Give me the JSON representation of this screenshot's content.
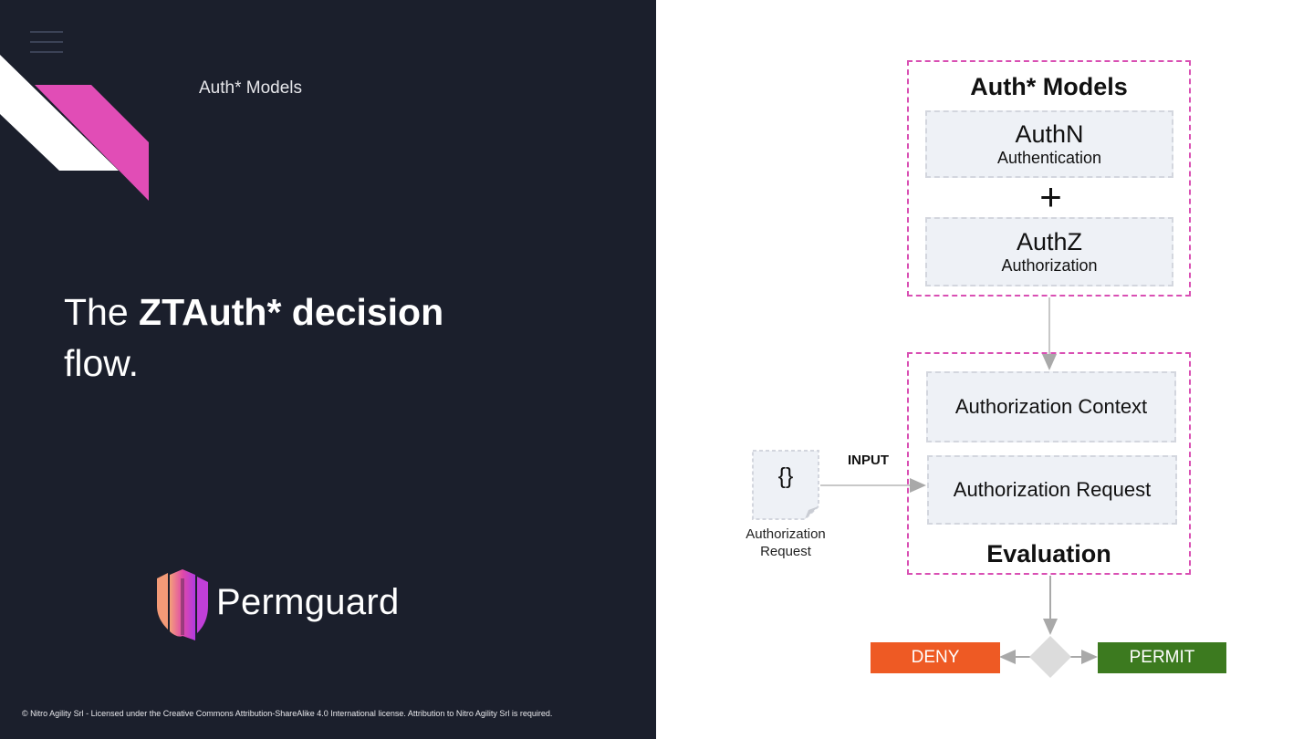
{
  "slide": {
    "section_title": "Auth* Models",
    "headline_pre": "The ",
    "headline_bold": "ZTAuth* decision",
    "headline_post": "flow.",
    "logo_text": "Permguard",
    "footer": "© Nitro Agility Srl - Licensed under the Creative Commons Attribution-ShareAlike 4.0 International license. Attribution to Nitro Agility Srl is required."
  },
  "diagram": {
    "models_group": {
      "title": "Auth* Models",
      "authn": {
        "title": "AuthN",
        "subtitle": "Authentication"
      },
      "plus": "+",
      "authz": {
        "title": "AuthZ",
        "subtitle": "Authorization"
      }
    },
    "evaluation_group": {
      "context": "Authorization Context",
      "request": "Authorization Request",
      "title": "Evaluation"
    },
    "input_doc": {
      "symbol": "{}",
      "label_line1": "Authorization",
      "label_line2": "Request"
    },
    "input_label": "INPUT",
    "deny": "DENY",
    "permit": "PERMIT",
    "colors": {
      "dashed_border": "#d94fb3",
      "deny": "#ee5a24",
      "permit": "#3c7a1f",
      "left_bg": "#1b1f2c",
      "accent_pink": "#d94fb3"
    }
  }
}
